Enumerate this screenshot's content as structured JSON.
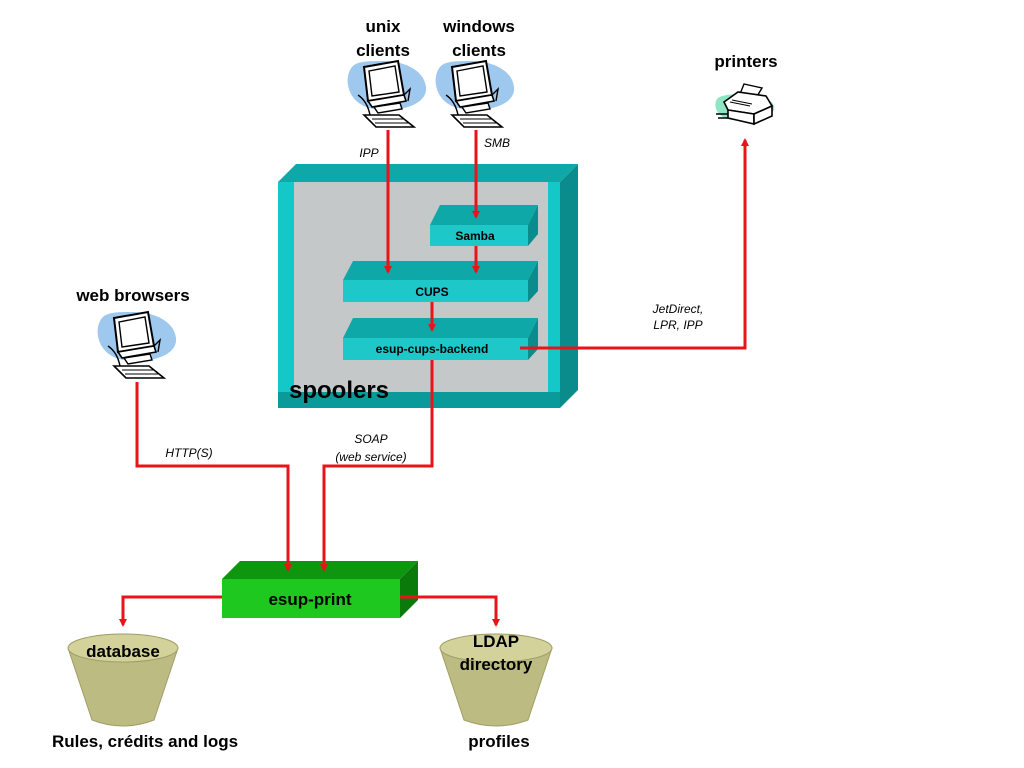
{
  "nodes": {
    "unix_clients": [
      "unix",
      "clients"
    ],
    "windows_clients": [
      "windows",
      "clients"
    ],
    "printers": "printers",
    "web_browsers": "web browsers",
    "spoolers": "spoolers",
    "samba": "Samba",
    "cups": "CUPS",
    "backend": "esup-cups-backend",
    "esup_print": "esup-print",
    "database": "database",
    "ldap": [
      "LDAP",
      "directory"
    ]
  },
  "edges": {
    "ipp": "IPP",
    "smb": "SMB",
    "printer_link": [
      "JetDirect,",
      "LPR, IPP"
    ],
    "http": "HTTP(S)",
    "soap": [
      "SOAP",
      "(web service)"
    ]
  },
  "captions": {
    "database": "Rules, crédits and logs",
    "ldap": "profiles"
  },
  "colors": {
    "arrow": "#e8141a",
    "spooler_front": "#c4c8c8",
    "spooler_frame": "#14c8c8",
    "spooler_dark": "#0a9a9a",
    "module_face": "#1ec8c8",
    "module_top": "#0fa8a8",
    "esup_face": "#1ec81e",
    "esup_top": "#0e960e",
    "cylinder_body": "#bcbc82",
    "cylinder_top": "#d2d29a"
  },
  "icons": [
    "computer-icon",
    "printer-icon",
    "database-cylinder-icon"
  ]
}
